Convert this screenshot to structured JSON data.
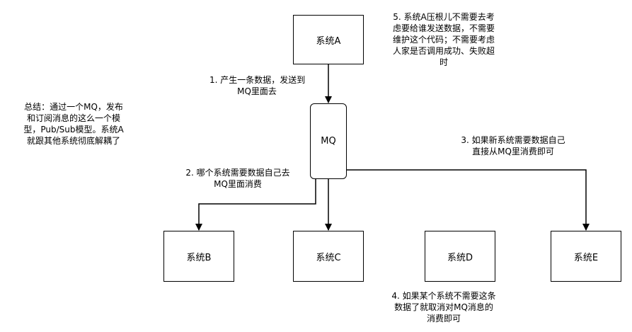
{
  "nodes": {
    "system_a": "系统A",
    "mq": "MQ",
    "system_b": "系统B",
    "system_c": "系统C",
    "system_d": "系统D",
    "system_e": "系统E"
  },
  "notes": {
    "n1": [
      "1. 产生一条数据，发送到",
      "MQ里面去"
    ],
    "n2": [
      "2. 哪个系统需要数据自己去",
      "MQ里面消费"
    ],
    "n3": [
      "3. 如果新系统需要数据自己",
      "直接从MQ里消费即可"
    ],
    "n4": [
      "4. 如果某个系统不需要这条",
      "数据了就取消对MQ消息的",
      "消费即可"
    ],
    "n5": [
      "5. 系统A压根儿不需要去考",
      "虑要给谁发送数据，不需要",
      "维护这个代码；不需要考虑",
      "人家是否调用成功、失败超",
      "时"
    ],
    "summary": [
      "总结：通过一个MQ，发布",
      "和订阅消息的这么一个模",
      "型，Pub/Sub模型。系统A",
      "就跟其他系统彻底解耦了"
    ]
  }
}
